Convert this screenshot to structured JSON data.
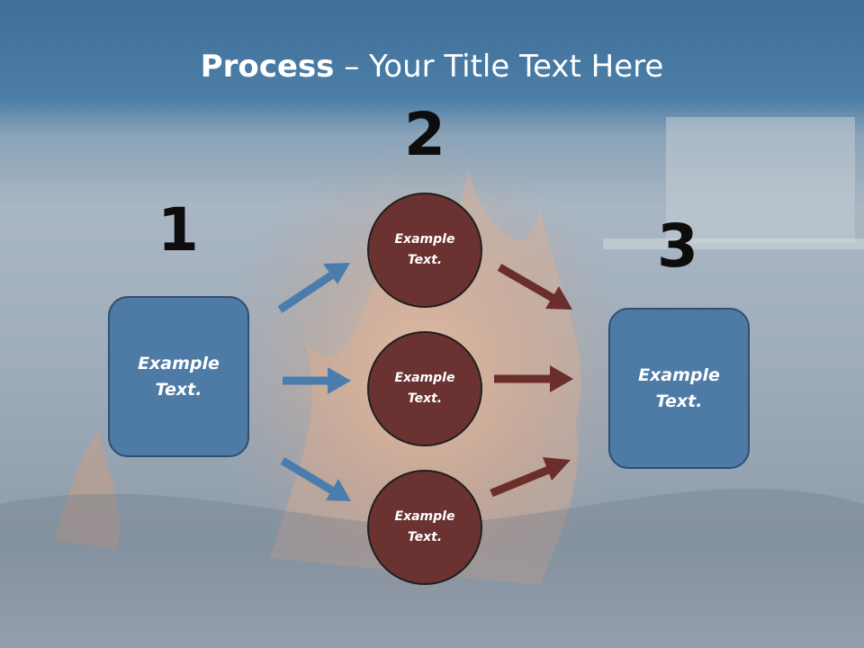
{
  "title": {
    "bold": "Process",
    "rest": " – Your Title Text Here"
  },
  "steps": [
    {
      "number": "1"
    },
    {
      "number": "2"
    },
    {
      "number": "3"
    }
  ],
  "input_box": {
    "text": "Example\nText."
  },
  "circles": [
    {
      "text": "Example\nText."
    },
    {
      "text": "Example\nText."
    },
    {
      "text": "Example\nText."
    }
  ],
  "output_box": {
    "text": "Example\nText."
  },
  "colors": {
    "box_fill": "#4e7aa6",
    "circle_fill": "#6a3230",
    "arrow_in": "#4a7dae",
    "arrow_out": "#6b2e2b"
  }
}
